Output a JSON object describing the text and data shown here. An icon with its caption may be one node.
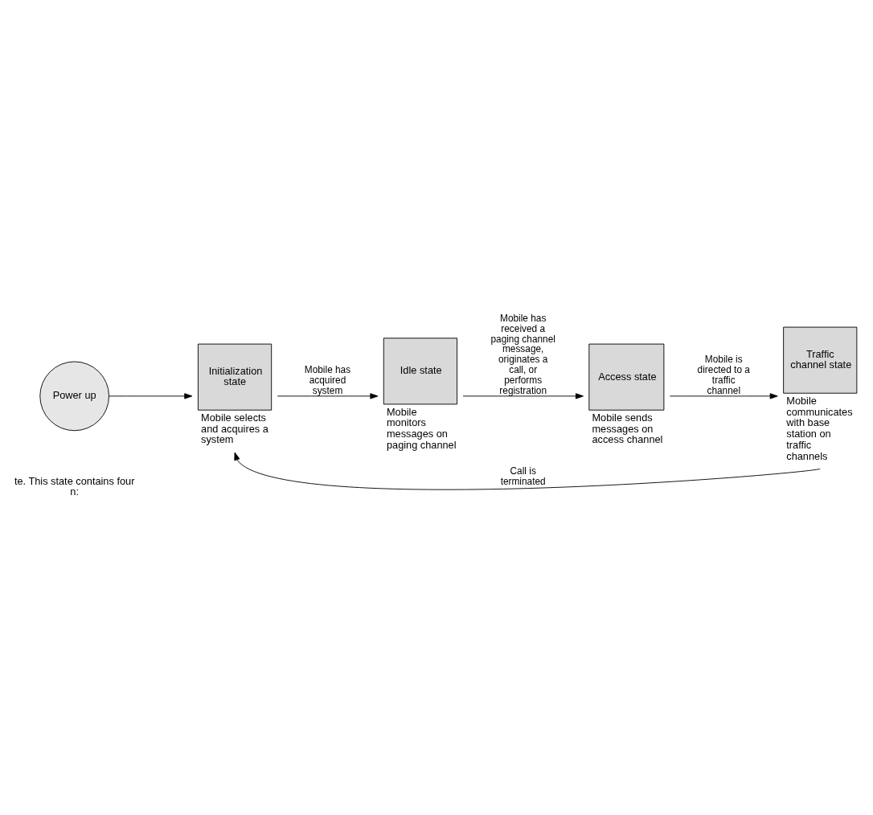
{
  "diagram": {
    "nodes": [
      {
        "text": [
          "Power up"
        ]
      },
      {
        "text": [
          "Initialization state"
        ],
        "beside": [
          "Mobile selects and acquires a system"
        ]
      },
      {
        "text": [
          "Idle state"
        ],
        "beside": [
          "Mobile monitors messages on paging channel"
        ]
      },
      {
        "text": [
          "Access state"
        ],
        "beside": [
          "Mobile sends messages on access channel"
        ]
      },
      {
        "text": [
          "Traffic channel state"
        ],
        "beside": [
          "Mobile communicates with base station on traffic channels"
        ]
      }
    ],
    "edges": [
      {
        "from": 0,
        "to": 1,
        "arrow": "to"
      },
      {
        "from": 1,
        "to": 2,
        "arrow": "to",
        "label": "Mobile has acquired system"
      },
      {
        "from": 2,
        "to": 3,
        "arrow": "to",
        "label": "Mobile has received a paging channel message, originates a call, or performs registration"
      },
      {
        "from": 3,
        "to": 4,
        "arrow": "to",
        "label": "Mobile is directed to a traffic channel"
      },
      {
        "from": 4,
        "to": 1,
        "arrow": "to",
        "label": "Call is terminated"
      }
    ],
    "labels": [
      "te. This state contains four n:"
    ]
  }
}
